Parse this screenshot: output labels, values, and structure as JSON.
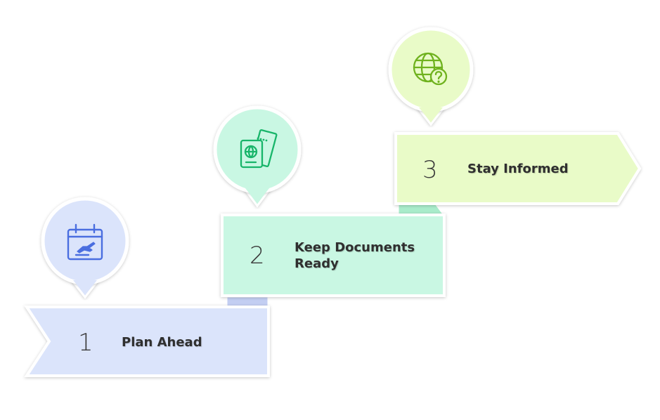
{
  "steps": [
    {
      "number": "1",
      "label": "Plan Ahead",
      "icon": "calendar-flight-icon",
      "color": "#dbe4fb",
      "icon_color": "#4a6ee0"
    },
    {
      "number": "2",
      "label": "Keep Documents Ready",
      "icon": "passport-ticket-icon",
      "color": "#c9f7e3",
      "icon_color": "#18b56a"
    },
    {
      "number": "3",
      "label": "Stay Informed",
      "icon": "globe-question-icon",
      "color": "#e9fbc8",
      "icon_color": "#6fb21e"
    }
  ]
}
